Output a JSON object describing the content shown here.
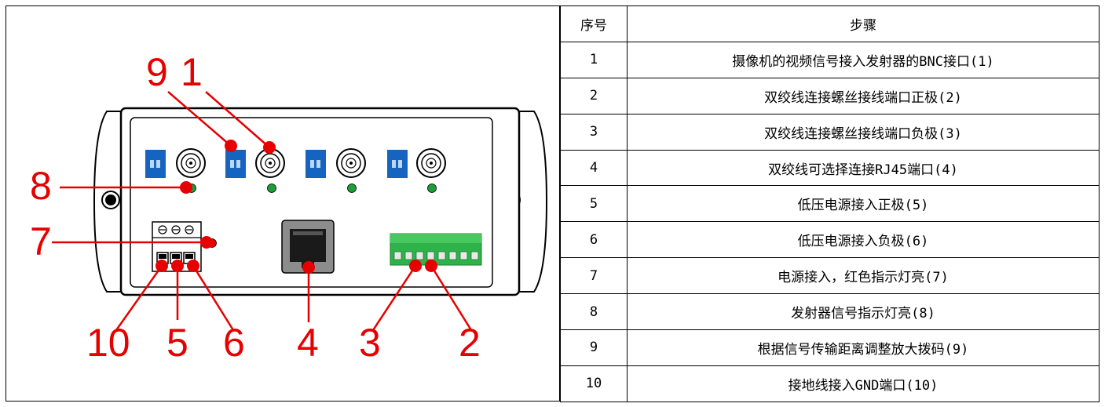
{
  "diagram": {
    "callouts": [
      "9",
      "1",
      "8",
      "7",
      "10",
      "5",
      "6",
      "4",
      "3",
      "2"
    ],
    "colors": {
      "callout": "#e60000",
      "dip_switch": "#1565c0",
      "status_led": "#1e9e3a",
      "power_led": "#e60000",
      "terminal_block": "#2eb34a"
    }
  },
  "table": {
    "headers": [
      "序号",
      "步骤"
    ],
    "rows": [
      {
        "no": "1",
        "step": "摄像机的视频信号接入发射器的BNC接口(1)"
      },
      {
        "no": "2",
        "step": "双绞线连接螺丝接线端口正极(2)"
      },
      {
        "no": "3",
        "step": "双绞线连接螺丝接线端口负极(3)"
      },
      {
        "no": "4",
        "step": "双绞线可选择连接RJ45端口(4)"
      },
      {
        "no": "5",
        "step": "低压电源接入正极(5)"
      },
      {
        "no": "6",
        "step": "低压电源接入负极(6)"
      },
      {
        "no": "7",
        "step": "电源接入，红色指示灯亮(7)"
      },
      {
        "no": "8",
        "step": "发射器信号指示灯亮(8)"
      },
      {
        "no": "9",
        "step": "根据信号传输距离调整放大拨码(9)"
      },
      {
        "no": "10",
        "step": "接地线接入GND端口(10)"
      }
    ]
  }
}
